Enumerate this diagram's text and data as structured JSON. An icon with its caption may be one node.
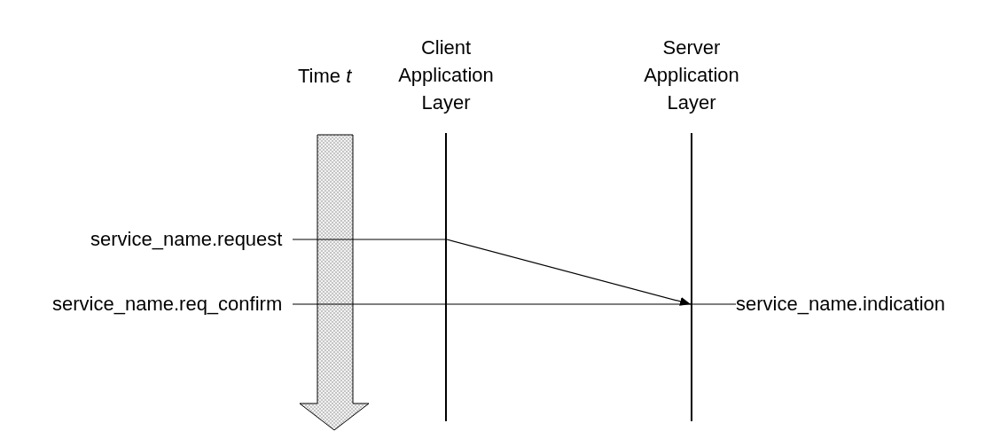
{
  "diagram": {
    "nodes": [
      {
        "text": [],
        "shape": "line",
        "beside": [
          "Client Application Layer"
        ]
      },
      {
        "text": [],
        "shape": "line",
        "beside": [
          "Server Application Layer"
        ]
      },
      {
        "text": [
          "service_name.request"
        ]
      },
      {
        "text": [
          "service_name.req_confirm"
        ]
      },
      {
        "text": [
          "service_name.indication"
        ]
      }
    ],
    "edges": [
      {
        "from": 2,
        "to": 0,
        "arrow": "none"
      },
      {
        "from": 0,
        "to": 1,
        "arrow": "to"
      },
      {
        "from": 3,
        "to": 4,
        "arrow": "none"
      }
    ],
    "labels": [
      "Time *t*"
    ]
  }
}
